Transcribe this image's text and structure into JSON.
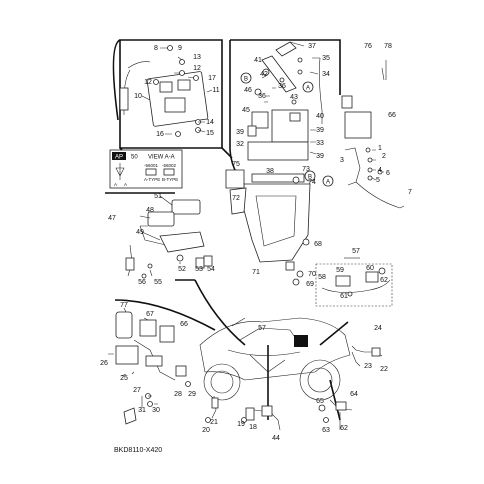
{
  "drawing_code": "BKD8110-X420",
  "view_box": {
    "tag": "AP",
    "callout": "50",
    "title": "VIEW A-A",
    "code_left": "-56001",
    "code_right": "-56002",
    "type_left": "A-TYPE",
    "type_right": "B-TYPE",
    "sec_a1": "A",
    "sec_a2": "A"
  },
  "markers": {
    "circle_a": "A",
    "circle_b": "B"
  },
  "callouts": {
    "c1": "1",
    "c2": "2",
    "c3": "3",
    "c4": "4",
    "c5": "5",
    "c6": "6",
    "c7": "7",
    "c8": "8",
    "c9": "9",
    "c10": "10",
    "c11": "11",
    "c12": "12",
    "c13": "13",
    "c14": "14",
    "c15": "15",
    "c16": "16",
    "c17": "17",
    "c18": "18",
    "c19": "19",
    "c20": "20",
    "c21": "21",
    "c22": "22",
    "c23": "23",
    "c24": "24",
    "c25": "25",
    "c26": "26",
    "c27": "27",
    "c28": "28",
    "c29": "29",
    "c30": "30",
    "c31": "31",
    "c32": "32",
    "c33": "33",
    "c34": "34",
    "c35": "35",
    "c36": "36",
    "c37": "37",
    "c38": "38",
    "c39": "39",
    "c40": "40",
    "c41": "41",
    "c42": "42",
    "c43": "43",
    "c44": "44",
    "c45": "45",
    "c46": "46",
    "c47": "47",
    "c48": "48",
    "c49": "49",
    "c51": "51",
    "c52": "52",
    "c53": "53",
    "c54": "54",
    "c55": "55",
    "c56": "56",
    "c57": "57",
    "c58": "58",
    "c59": "59",
    "c60": "60",
    "c61": "61",
    "c62": "62",
    "c63": "63",
    "c64": "64",
    "c65": "65",
    "c66": "66",
    "c67": "67",
    "c68": "68",
    "c69": "69",
    "c70": "70",
    "c71": "71",
    "c72": "72",
    "c73": "73",
    "c74": "74",
    "c75": "75",
    "c76": "76",
    "c77": "77",
    "c78": "78"
  }
}
